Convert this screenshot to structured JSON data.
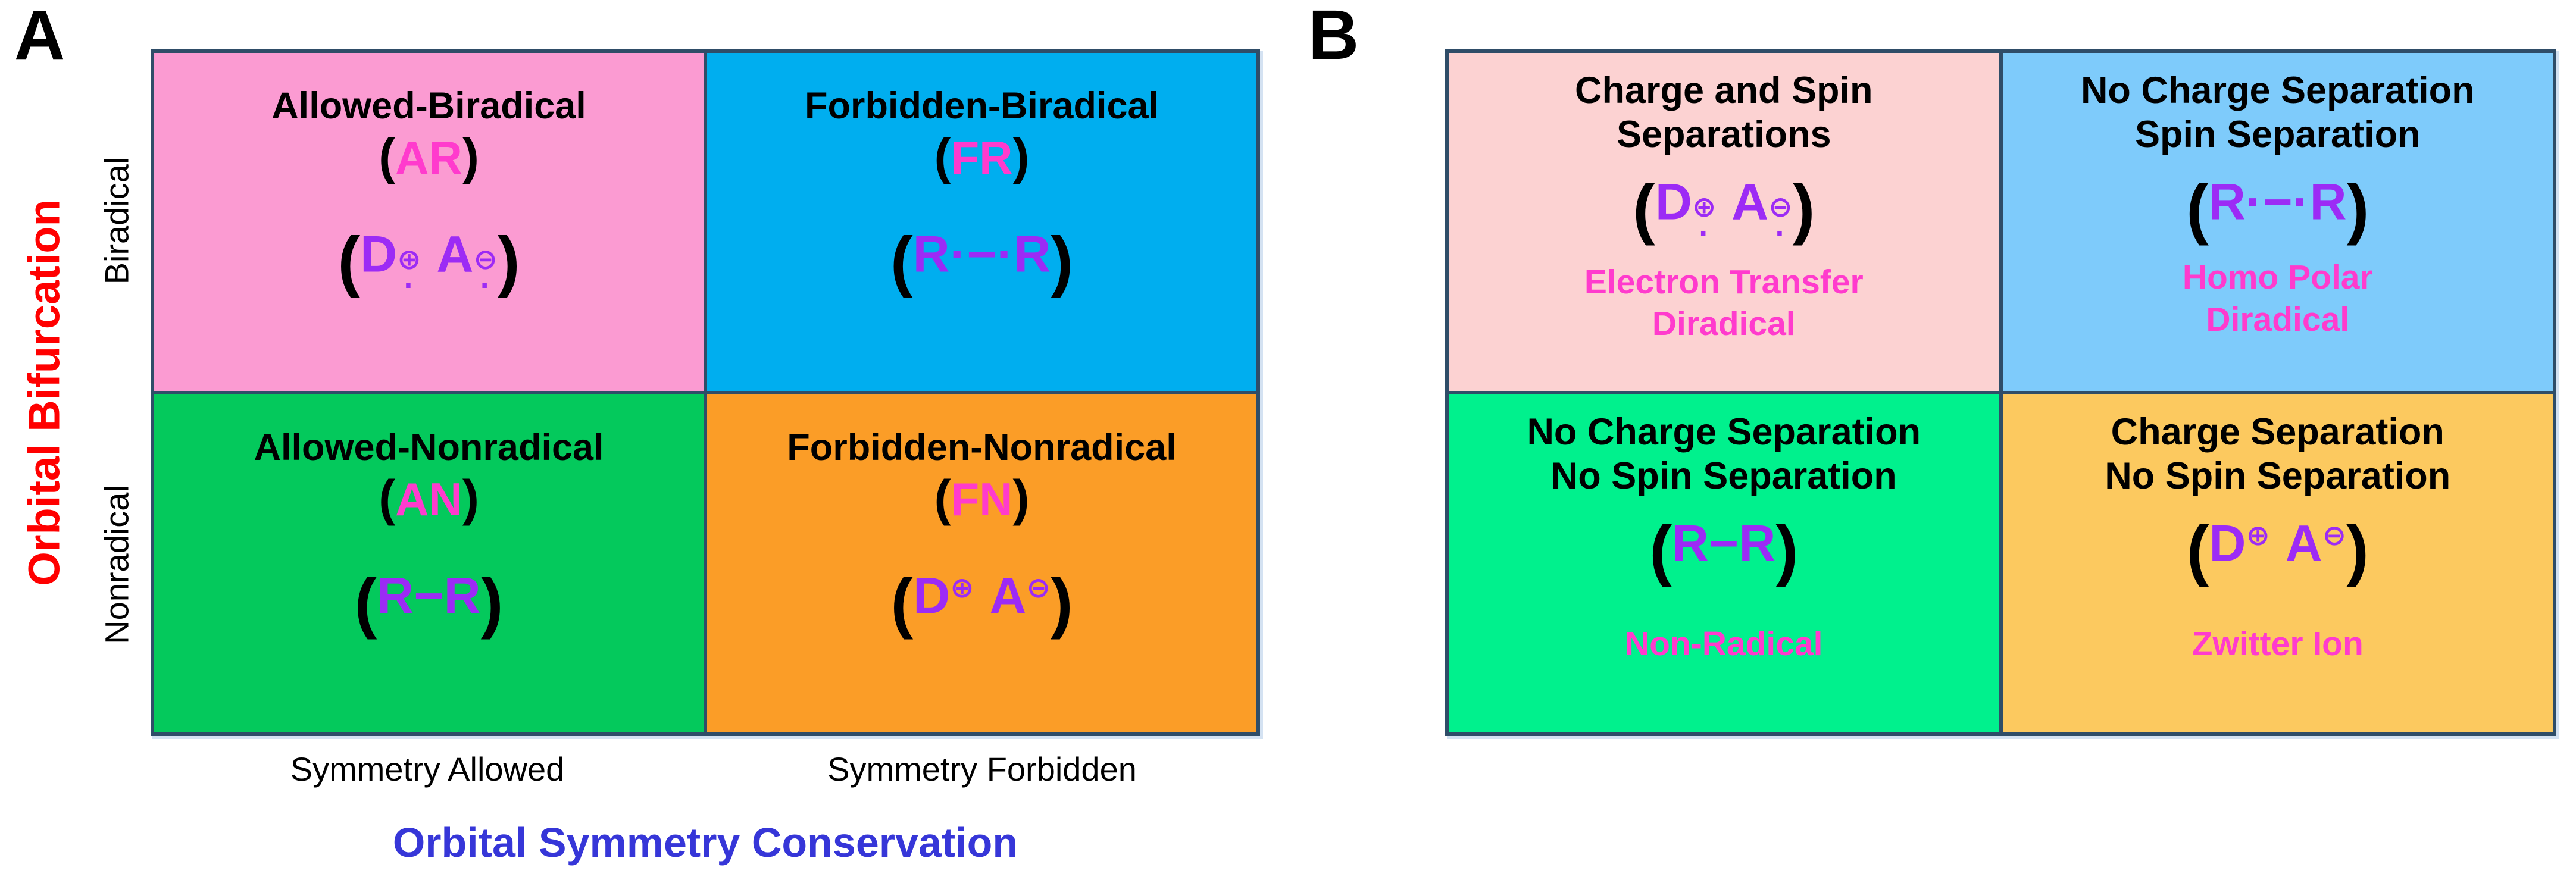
{
  "panelA": {
    "label": "A",
    "y_axis": {
      "title": "Orbital Bifurcation",
      "top_label": "Biradical",
      "bottom_label": "Nonradical"
    },
    "x_axis": {
      "left_label": "Symmetry Allowed",
      "right_label": "Symmetry Forbidden",
      "title": "Orbital Symmetry Conservation"
    },
    "cells": {
      "tl": {
        "title": "Allowed-Biradical",
        "open": "(",
        "code": "AR",
        "close": ")",
        "formula": {
          "open": "(",
          "l1": "D",
          "sup1": "⊕",
          "dot1": "·",
          "l2": "A",
          "sup2": "⊖",
          "dot2": "·",
          "close": ")"
        }
      },
      "tr": {
        "title": "Forbidden-Biradical",
        "open": "(",
        "code": "FR",
        "close": ")",
        "formula": {
          "open": "(",
          "body": "R·−·R",
          "close": ")"
        }
      },
      "bl": {
        "title": "Allowed-Nonradical",
        "open": "(",
        "code": "AN",
        "close": ")",
        "formula": {
          "open": "(",
          "body": "R−R",
          "close": ")"
        }
      },
      "br": {
        "title": "Forbidden-Nonradical",
        "open": "(",
        "code": "FN",
        "close": ")",
        "formula": {
          "open": "(",
          "l1": "D",
          "sup1": "⊕",
          "l2": "A",
          "sup2": "⊖",
          "close": ")"
        }
      }
    }
  },
  "panelB": {
    "label": "B",
    "cells": {
      "tl": {
        "title1": "Charge and Spin",
        "title2": "Separations",
        "formula": {
          "open": "(",
          "l1": "D",
          "sup1": "⊕",
          "dot1": "·",
          "l2": "A",
          "sup2": "⊖",
          "dot2": "·",
          "close": ")"
        },
        "desc1": "Electron Transfer",
        "desc2": "Diradical"
      },
      "tr": {
        "title1": "No Charge Separation",
        "title2": "Spin Separation",
        "formula": {
          "open": "(",
          "body": "R·−·R",
          "close": ")"
        },
        "desc1": "Homo Polar",
        "desc2": "Diradical"
      },
      "bl": {
        "title1": "No Charge Separation",
        "title2": "No Spin Separation",
        "formula": {
          "open": "(",
          "body": "R−R",
          "close": ")"
        },
        "desc1": "Non-Radical"
      },
      "br": {
        "title1": "Charge Separation",
        "title2": "No Spin Separation",
        "formula": {
          "open": "(",
          "l1": "D",
          "sup1": "⊕",
          "l2": "A",
          "sup2": "⊖",
          "close": ")"
        },
        "desc1": "Zwitter Ion"
      }
    }
  },
  "colors": {
    "panelA_pink": "#fb9bd2",
    "panelA_blue": "#00aeef",
    "panelA_green": "#04c95c",
    "panelA_orange": "#fb9d27",
    "panelB_pink": "#fcd2d2",
    "panelB_blue": "#7ecbfb",
    "panelB_green": "#00f18d",
    "panelB_gold": "#fcc95f",
    "code_magenta": "#ff3bcd",
    "formula_purple": "#9c2bf5",
    "y_axis_red": "#ff0000",
    "x_title_blue": "#3636d8",
    "grid_border": "#2f4d68"
  }
}
